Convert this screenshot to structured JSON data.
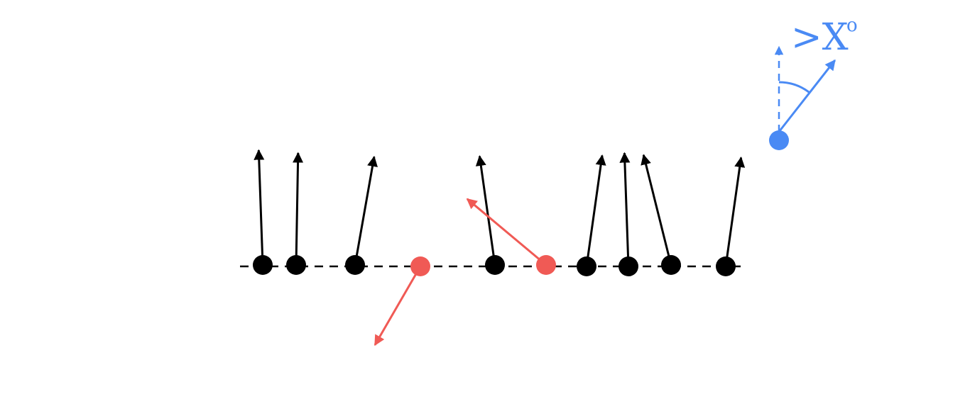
{
  "colors": {
    "background": "#ffffff",
    "aligned": "#000000",
    "outlier": "#f05a55",
    "legend": "#4a8af4"
  },
  "legend": {
    "label": ">X",
    "degree_symbol": "o"
  },
  "agents": [
    {
      "kind": "aligned",
      "heading_deg": -2
    },
    {
      "kind": "aligned",
      "heading_deg": 1
    },
    {
      "kind": "aligned",
      "heading_deg": 10
    },
    {
      "kind": "outlier",
      "heading_deg": 210
    },
    {
      "kind": "aligned",
      "heading_deg": -8
    },
    {
      "kind": "outlier",
      "heading_deg": -50
    },
    {
      "kind": "aligned",
      "heading_deg": 8
    },
    {
      "kind": "aligned",
      "heading_deg": -2
    },
    {
      "kind": "aligned",
      "heading_deg": -14
    },
    {
      "kind": "aligned",
      "heading_deg": 8
    }
  ],
  "legend_heading_deg": 38
}
